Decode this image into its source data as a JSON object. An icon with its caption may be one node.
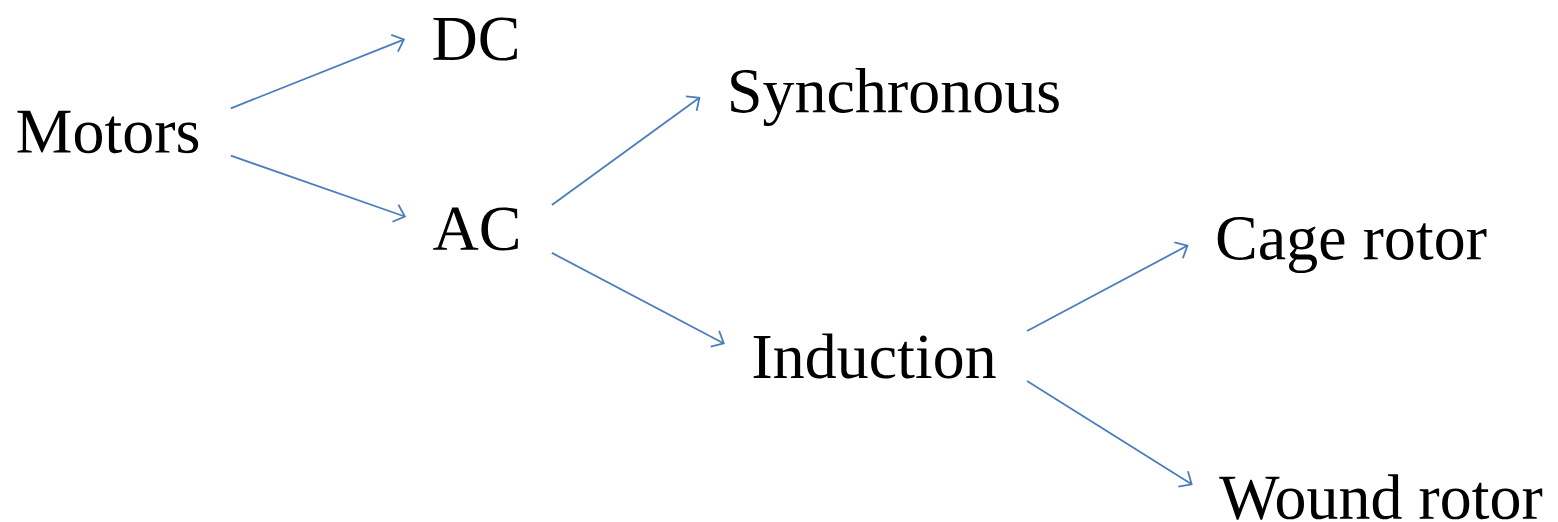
{
  "diagram": {
    "nodes": [
      {
        "text": [
          "Motors"
        ]
      },
      {
        "text": [
          "DC"
        ]
      },
      {
        "text": [
          "AC"
        ]
      },
      {
        "text": [
          "Synchronous"
        ]
      },
      {
        "text": [
          "Induction"
        ]
      },
      {
        "text": [
          "Cage rotor"
        ]
      },
      {
        "text": [
          "Wound rotor"
        ]
      }
    ],
    "edges": [
      {
        "from": 0,
        "to": 1,
        "arrow": "to"
      },
      {
        "from": 0,
        "to": 2,
        "arrow": "to"
      },
      {
        "from": 2,
        "to": 3,
        "arrow": "to"
      },
      {
        "from": 2,
        "to": 4,
        "arrow": "to"
      },
      {
        "from": 4,
        "to": 5,
        "arrow": "to"
      },
      {
        "from": 4,
        "to": 6,
        "arrow": "to"
      }
    ]
  }
}
